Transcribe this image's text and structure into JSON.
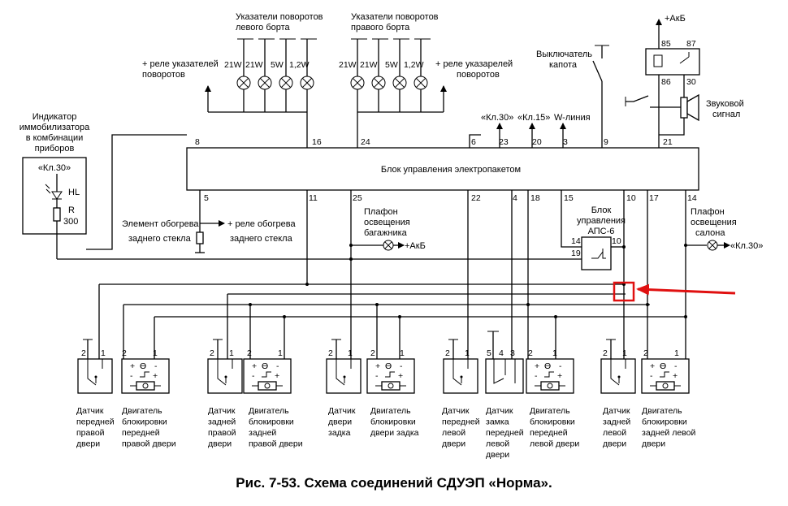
{
  "caption": "Рис. 7-53. Схема соединений СДУЭП «Норма».",
  "control_unit": {
    "label": "Блок управления электропакетом"
  },
  "top_pins": [
    "8",
    "16",
    "24",
    "6",
    "23",
    "20",
    "3",
    "9",
    "21"
  ],
  "bottom_pins": [
    "5",
    "11",
    "25",
    "22",
    "4",
    "18",
    "15",
    "10",
    "17",
    "14"
  ],
  "left_turn": {
    "title_line1": "Указатели поворотов",
    "title_line2": "левого борта",
    "relay_line1": "+ реле указателей",
    "relay_line2": "поворотов",
    "lamps": [
      "21W",
      "21W",
      "5W",
      "1,2W"
    ]
  },
  "right_turn": {
    "title_line1": "Указатели поворотов",
    "title_line2": "правого борта",
    "relay_line1": "+ реле указарелей",
    "relay_line2": "поворотов",
    "lamps": [
      "21W",
      "21W",
      "5W",
      "1,2W"
    ]
  },
  "immobilizer": {
    "line1": "Индикатор",
    "line2": "иммобилизатора",
    "line3": "в комбинации",
    "line4": "приборов",
    "terminal": "«Кл.30»",
    "led": "HL",
    "resistor": "R",
    "resistor_value": "300"
  },
  "signals": {
    "kl30": "«Кл.30»",
    "kl15": "«Кл.15»",
    "wline": "W-линия"
  },
  "hood_switch": {
    "line1": "Выключатель",
    "line2": "капота"
  },
  "relay": {
    "supply": "+АкБ",
    "pin85": "85",
    "pin87": "87",
    "pin86": "86",
    "pin30": "30"
  },
  "horn": {
    "line1": "Звуковой",
    "line2": "сигнал"
  },
  "rear_heater": {
    "line1": "Элемент обогрева",
    "line2": "заднего стекла",
    "relay_line1": "+ реле обогрева",
    "relay_line2": "заднего стекла"
  },
  "trunk_light": {
    "line1": "Плафон",
    "line2": "освещения",
    "line3": "багажника",
    "supply": "+АкБ"
  },
  "aps6": {
    "line1": "Блок",
    "line2": "управления",
    "line3": "АПС-6",
    "pin14": "14",
    "pin10": "10",
    "pin19": "19"
  },
  "cabin_light": {
    "line1": "Плафон",
    "line2": "освещения",
    "line3": "салона",
    "terminal": "«Кл.30»"
  },
  "motor_symbols": {
    "plus": "+",
    "minus": "-",
    "theta": "ϴ"
  },
  "components": [
    {
      "pins": [
        "2",
        "1"
      ],
      "lines": [
        "Датчик",
        "передней",
        "правой",
        "двери"
      ]
    },
    {
      "pins": [
        "2",
        "1"
      ],
      "lines": [
        "Двигатель",
        "блокировки",
        "передней",
        "правой двери"
      ]
    },
    {
      "pins": [
        "2",
        "1"
      ],
      "lines": [
        "Датчик",
        "задней",
        "правой",
        "двери"
      ]
    },
    {
      "pins": [
        "2",
        "1"
      ],
      "lines": [
        "Двигатель",
        "блокировки",
        "задней",
        "правой двери"
      ]
    },
    {
      "pins": [
        "2",
        "1"
      ],
      "lines": [
        "Датчик",
        "двери",
        "задка"
      ]
    },
    {
      "pins": [
        "2",
        "1"
      ],
      "lines": [
        "Двигатель",
        "блокировки",
        "двери задка"
      ]
    },
    {
      "pins": [
        "2",
        "1"
      ],
      "lines": [
        "Датчик",
        "передней",
        "левой",
        "двери"
      ]
    },
    {
      "pins": [
        "5",
        "4",
        "3"
      ],
      "lines": [
        "Датчик",
        "замка",
        "передней",
        "левой",
        "двери"
      ]
    },
    {
      "pins": [
        "2",
        "1"
      ],
      "lines": [
        "Двигатель",
        "блокировки",
        "передней",
        "левой двери"
      ]
    },
    {
      "pins": [
        "2",
        "1"
      ],
      "lines": [
        "Датчик",
        "задней",
        "левой",
        "двери"
      ]
    },
    {
      "pins": [
        "2",
        "1"
      ],
      "lines": [
        "Двигатель",
        "блокировки",
        "задней левой",
        "двери"
      ]
    }
  ],
  "highlight_color": "#e01010"
}
